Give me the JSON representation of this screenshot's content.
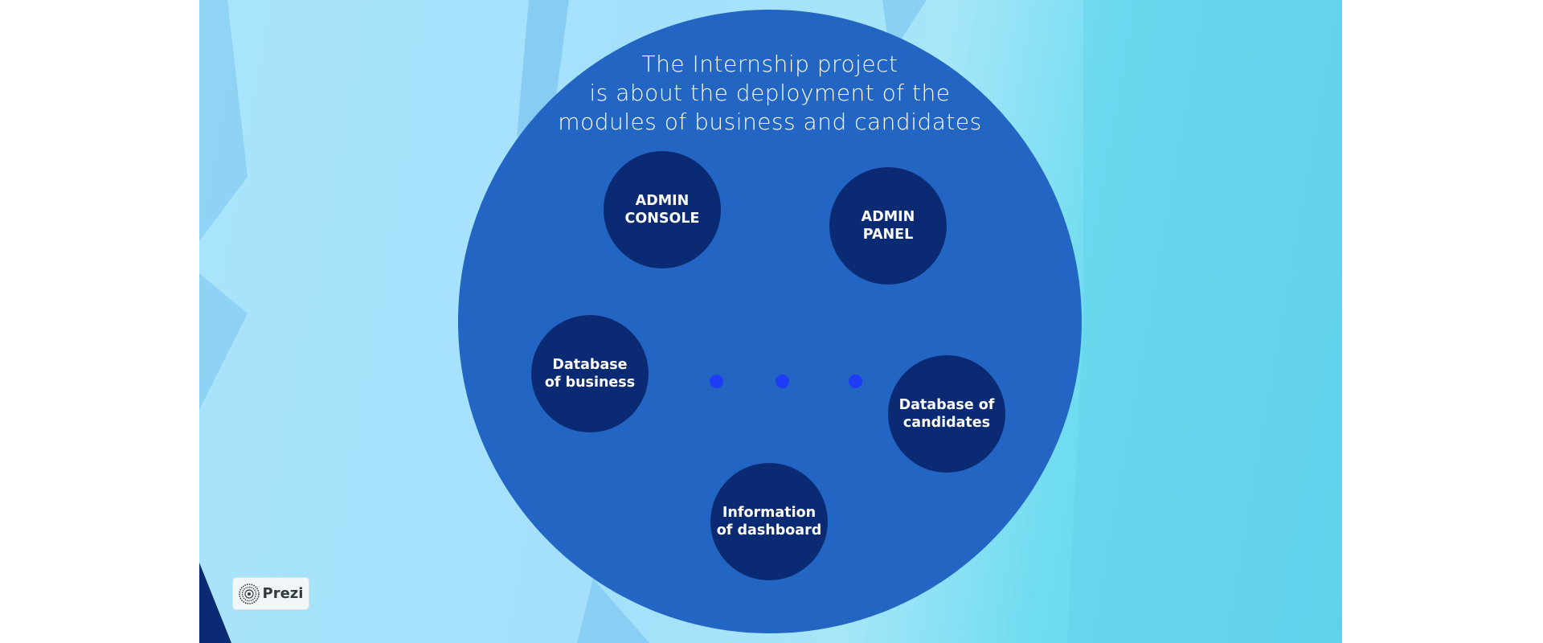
{
  "slide": {
    "title_lines": [
      "The Internship project",
      "is about the deployment of the",
      "modules of business and candidates"
    ],
    "nodes": {
      "admin_console": [
        "ADMIN",
        "CONSOLE"
      ],
      "admin_panel": [
        "ADMIN",
        "PANEL"
      ],
      "database_business": [
        "Database",
        "of business"
      ],
      "database_candidates": [
        "Database of",
        "candidates"
      ],
      "information_dashboard": [
        "Information",
        "of dashboard"
      ]
    }
  },
  "badge": {
    "label": "Prezi",
    "icon": "prezi-logo-icon"
  },
  "colors": {
    "main_circle": "#2365c2",
    "node": "#0b2a74",
    "dot": "#1e3cf5",
    "background_light": "#a9e4fb",
    "background_cyan": "#60d0ea"
  }
}
